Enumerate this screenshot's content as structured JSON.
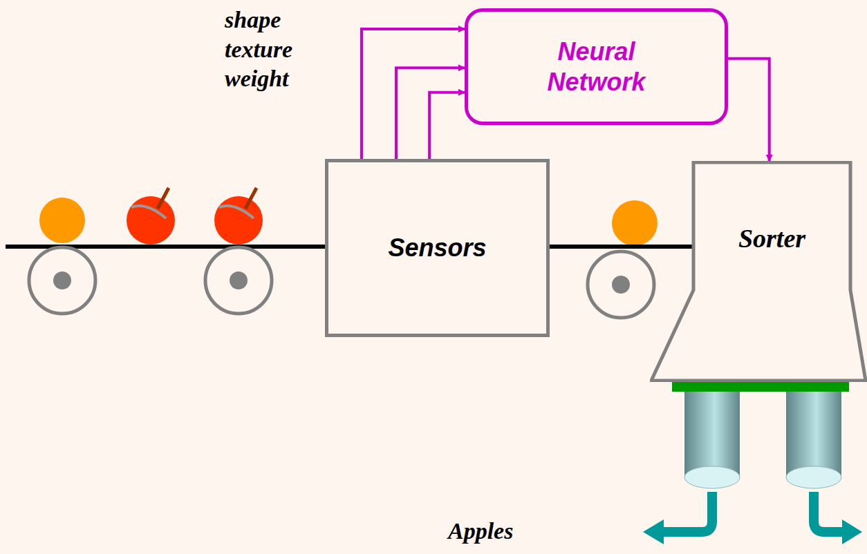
{
  "diagram": {
    "nodes": [
      {
        "text": [
          "Neural Network"
        ]
      },
      {
        "text": [
          "Sensors"
        ]
      },
      {
        "text": [
          "Sorter"
        ]
      }
    ],
    "edges": [
      {
        "from": 1,
        "to": 0,
        "arrow": "to"
      },
      {
        "from": 1,
        "to": 0,
        "arrow": "to"
      },
      {
        "from": 1,
        "to": 0,
        "arrow": "to"
      },
      {
        "from": 0,
        "to": 2,
        "arrow": "to"
      },
      {
        "from": 1,
        "to": 2,
        "arrow": "none"
      }
    ],
    "labels": [
      "shape",
      "texture",
      "weight",
      "Apples"
    ]
  }
}
